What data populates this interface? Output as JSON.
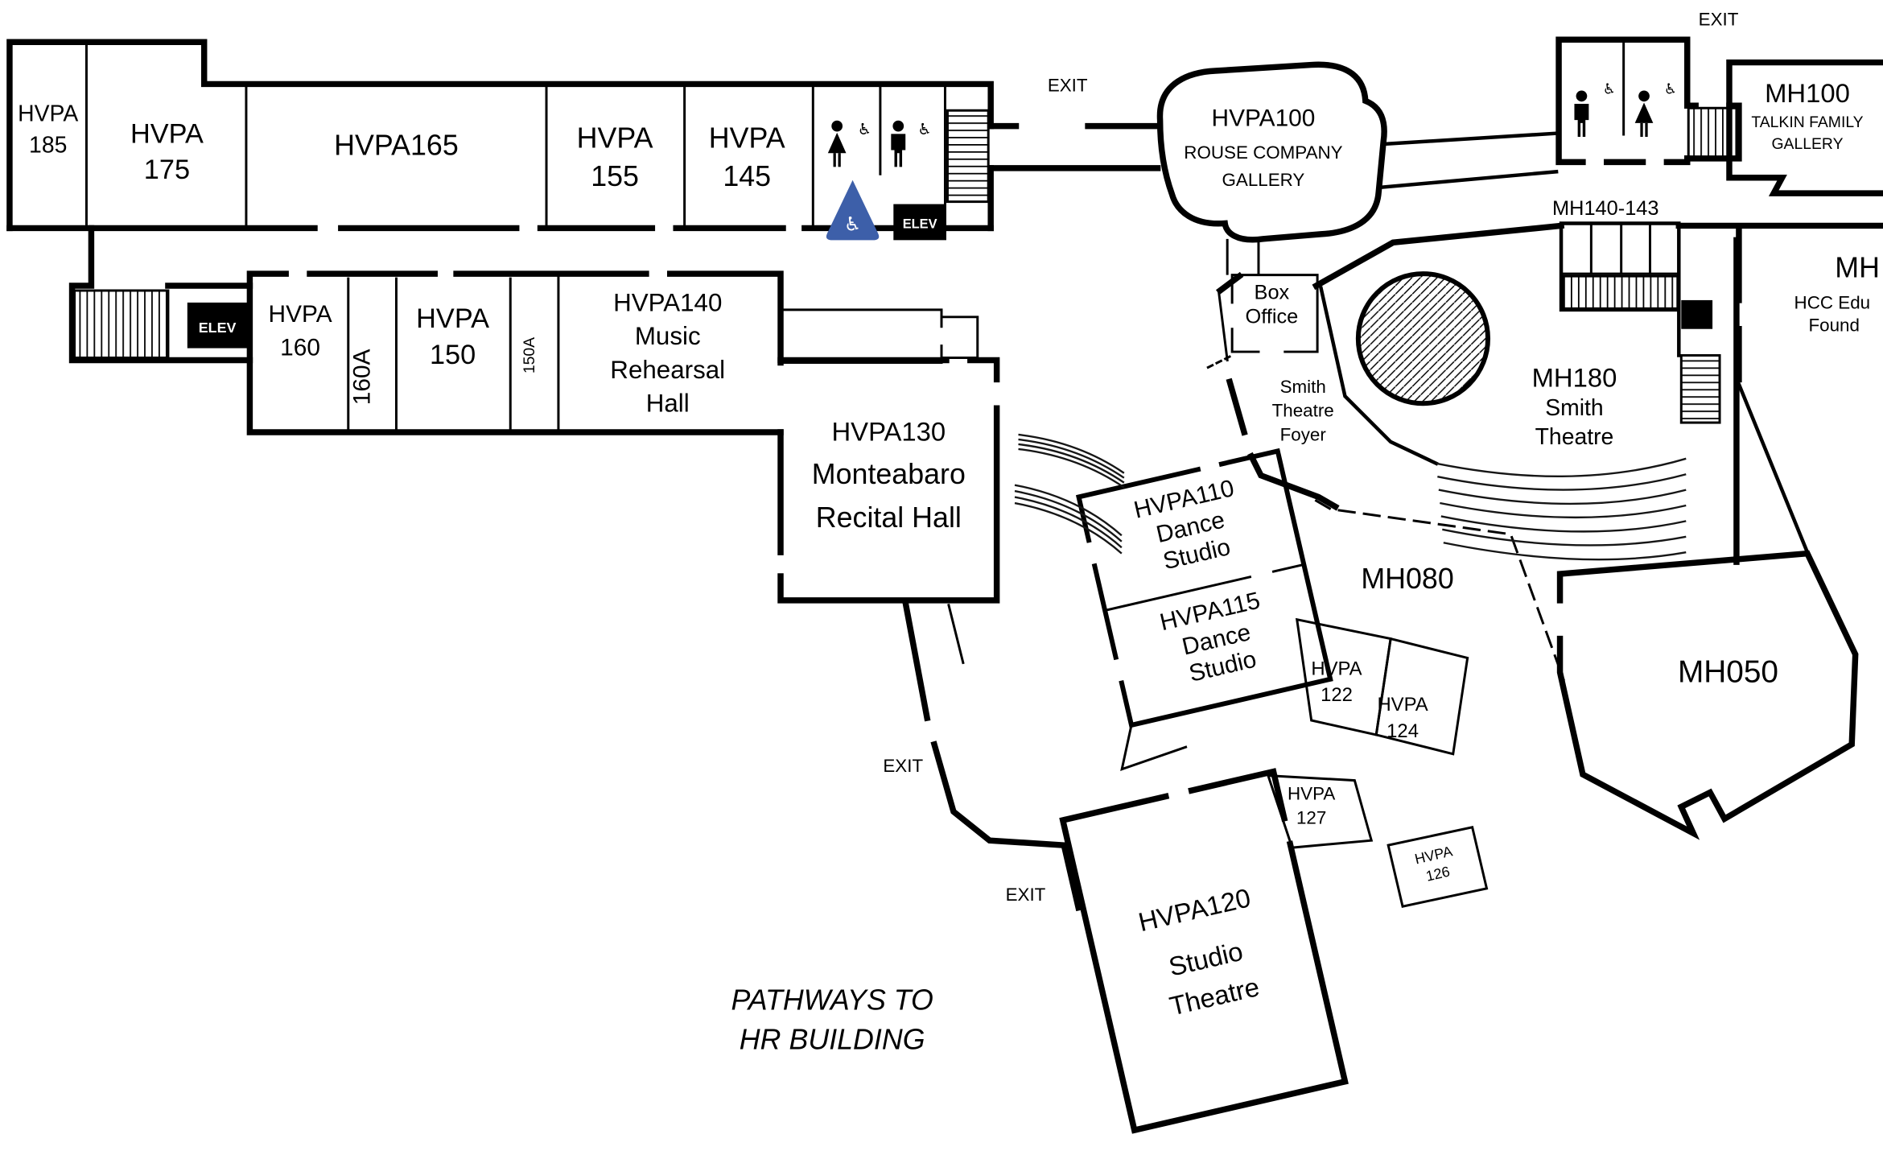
{
  "colors": {
    "wall": "#000000",
    "background": "#ffffff",
    "accessible_sign_blue": "#3d5fa9"
  },
  "rooms": {
    "hvpa185": {
      "lines": [
        "HVPA",
        "185"
      ]
    },
    "hvpa175": {
      "lines": [
        "HVPA",
        "175"
      ]
    },
    "hvpa165": {
      "lines": [
        "HVPA165"
      ]
    },
    "hvpa155": {
      "lines": [
        "HVPA",
        "155"
      ]
    },
    "hvpa145": {
      "lines": [
        "HVPA",
        "145"
      ]
    },
    "hvpa160": {
      "lines": [
        "HVPA",
        "160"
      ]
    },
    "room160a": {
      "lines": [
        "160A"
      ]
    },
    "hvpa150": {
      "lines": [
        "HVPA",
        "150"
      ]
    },
    "room150a": {
      "lines": [
        "150A"
      ]
    },
    "hvpa140": {
      "lines": [
        "HVPA140",
        "Music",
        "Rehearsal",
        "Hall"
      ]
    },
    "hvpa130": {
      "lines": [
        "HVPA130",
        "Monteabaro",
        "Recital Hall"
      ]
    },
    "hvpa100": {
      "lines": [
        "HVPA100",
        "ROUSE COMPANY",
        "GALLERY"
      ]
    },
    "mh100": {
      "lines": [
        "MH100",
        "TALKIN FAMILY",
        "GALLERY"
      ]
    },
    "mh140_143": {
      "lines": [
        "MH140-143"
      ]
    },
    "mh_right": {
      "lines": [
        "MH",
        "HCC Edu",
        "Found"
      ]
    },
    "box_office": {
      "lines": [
        "Box",
        "Office"
      ]
    },
    "smith_foyer": {
      "lines": [
        "Smith",
        "Theatre",
        "Foyer"
      ]
    },
    "mh180": {
      "lines": [
        "MH180",
        "Smith",
        "Theatre"
      ]
    },
    "mh080": {
      "lines": [
        "MH080"
      ]
    },
    "mh050": {
      "lines": [
        "MH050"
      ]
    },
    "hvpa110": {
      "lines": [
        "HVPA110",
        "Dance",
        "Studio"
      ]
    },
    "hvpa115": {
      "lines": [
        "HVPA115",
        "Dance",
        "Studio"
      ]
    },
    "hvpa122": {
      "lines": [
        "HVPA",
        "122"
      ]
    },
    "hvpa124": {
      "lines": [
        "HVPA",
        "124"
      ]
    },
    "hvpa127": {
      "lines": [
        "HVPA",
        "127"
      ]
    },
    "hvpa126": {
      "lines": [
        "HVPA",
        "126"
      ]
    },
    "hvpa120": {
      "lines": [
        "HVPA120",
        "Studio",
        "Theatre"
      ]
    }
  },
  "exit_labels": [
    "EXIT",
    "EXIT",
    "EXIT",
    "EXIT"
  ],
  "elevator_labels": [
    "ELEV",
    "ELEV"
  ],
  "pathways_note": {
    "lines": [
      "PATHWAYS TO",
      "HR BUILDING"
    ]
  },
  "icons": {
    "wheelchair_symbol": "♿",
    "man_restroom": "man-icon",
    "woman_restroom": "woman-icon",
    "stairs": "stairs-hatch-icon",
    "elevator": "elevator-box-icon",
    "accessible_entrance_sign": "blue-wheelchair-sign-icon"
  }
}
